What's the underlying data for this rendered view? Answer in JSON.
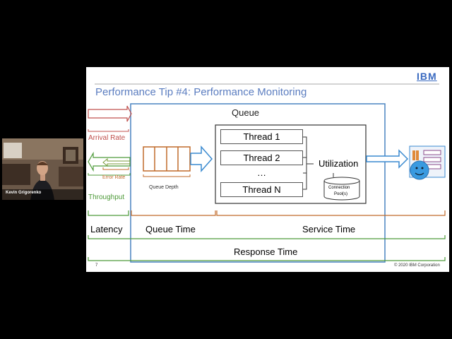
{
  "participant": {
    "name": "Kevin Grigorenko"
  },
  "slide": {
    "title": "Performance Tip #4: Performance Monitoring",
    "logo": "IBM",
    "queue_label": "Queue",
    "arrival_rate": "Arrival Rate",
    "error_rate": "Error Rate",
    "throughput": "Throughput",
    "queue_depth": "Queue Depth",
    "threads": [
      "Thread 1",
      "Thread 2",
      "…",
      "Thread N"
    ],
    "utilization": "Utilization",
    "connection_pool": [
      "Connection",
      "Pool(s)"
    ],
    "latency": "Latency",
    "queue_time": "Queue Time",
    "service_time": "Service Time",
    "response_time": "Response Time",
    "page_number": "7",
    "copyright": "© 2020 IBM Corporation"
  },
  "colors": {
    "title": "#5b7dc0",
    "red": "#c0504d",
    "green": "#4e9a3a",
    "orange": "#c06a2a",
    "blue": "#3a8ad0",
    "frame": "#4a84c0"
  }
}
